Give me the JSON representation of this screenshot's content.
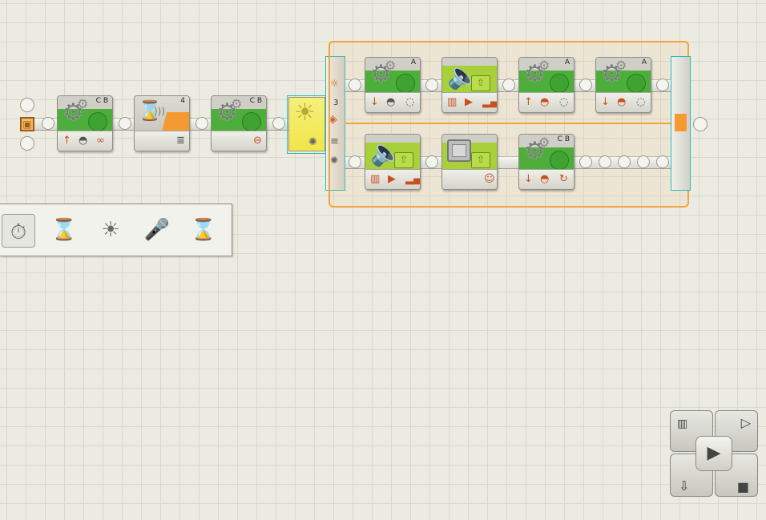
{
  "start": {
    "icon": "start-point-icon"
  },
  "main_sequence": [
    {
      "type": "motor",
      "port": "C B",
      "icons": [
        "up-arrow-icon",
        "speed-gauge-icon",
        "infinity-icon"
      ]
    },
    {
      "type": "wait-sound",
      "port": "4",
      "icons": [
        "stack-icon"
      ]
    },
    {
      "type": "motor",
      "port": "C B",
      "icons": [
        "stop-icon"
      ]
    },
    {
      "type": "switch-light",
      "port": "3",
      "icons": [
        "sun-icon",
        "gear-small-icon",
        "text-icon",
        "list-icon",
        "burst-icon"
      ]
    }
  ],
  "switch_top": [
    {
      "type": "motor",
      "port": "A",
      "icons": [
        "down-arrow-icon",
        "speed-gauge-icon",
        "rotation-icon"
      ]
    },
    {
      "type": "sound",
      "port": "",
      "icons": [
        "waveform-icon",
        "play-icon",
        "volume-icon"
      ]
    },
    {
      "type": "motor",
      "port": "A",
      "icons": [
        "up-arrow-icon",
        "speed-gauge-icon",
        "rotation-icon"
      ]
    },
    {
      "type": "motor",
      "port": "A",
      "icons": [
        "down-arrow-icon",
        "speed-gauge-icon",
        "rotation-icon"
      ]
    }
  ],
  "switch_bottom": [
    {
      "type": "sound",
      "port": "",
      "icons": [
        "waveform-icon",
        "play-icon",
        "volume-icon"
      ]
    },
    {
      "type": "display",
      "port": "",
      "icons": [
        "smiley-icon"
      ]
    },
    {
      "type": "motor",
      "port": "C B",
      "icons": [
        "down-arrow-icon",
        "speed-gauge-icon",
        "rotation-icon"
      ]
    }
  ],
  "palette": {
    "items": [
      {
        "name": "wait-time-icon"
      },
      {
        "name": "wait-touch-icon"
      },
      {
        "name": "wait-light-icon"
      },
      {
        "name": "wait-sound-icon"
      },
      {
        "name": "wait-ultrasonic-icon"
      }
    ]
  },
  "controller": {
    "buttons": [
      "download-icon",
      "run-selected-icon",
      "download-run-icon",
      "run-icon",
      "stop-icon"
    ]
  },
  "colors": {
    "motor_green": "#4dae3c",
    "sound_lime": "#a7d03a",
    "wait_orange": "#f59a32",
    "selection_teal": "#2bbabd",
    "switch_frame_orange": "#f2a33a"
  }
}
